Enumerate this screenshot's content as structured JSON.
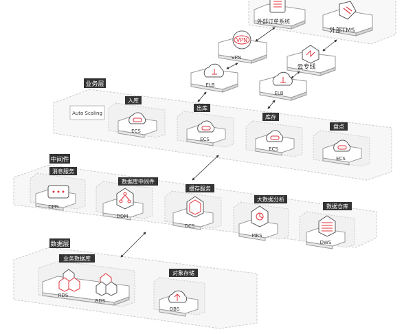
{
  "external": {
    "order_system": "外部订单系统",
    "tms": "外部TMS"
  },
  "network": {
    "vpn": "VPN",
    "cloud_line": "云专线",
    "elb_left": "ELB",
    "elb_right": "ELB"
  },
  "business_layer": {
    "title": "业务层",
    "auto_scaling": "Auto Scaling",
    "groups": [
      {
        "title": "入库",
        "service": "ECS"
      },
      {
        "title": "出库",
        "service": "ECS"
      },
      {
        "title": "库存",
        "service": "ECS"
      },
      {
        "title": "盘点",
        "service": "ECS"
      }
    ]
  },
  "middleware_layer": {
    "title": "中间件",
    "groups": [
      {
        "title": "消息服务",
        "service": "DMS"
      },
      {
        "title": "数据库中间件",
        "service": "DDM"
      },
      {
        "title": "缓存服务",
        "service": "DCS"
      },
      {
        "title": "大数据分析",
        "service": "MRS"
      },
      {
        "title": "数据仓库",
        "service": "DWS"
      }
    ]
  },
  "data_layer": {
    "title": "数据层",
    "business_db": {
      "title": "业务数据库",
      "services": [
        "RDS",
        "RDS"
      ]
    },
    "object_storage": {
      "title": "对象存储",
      "service": "OBS"
    }
  },
  "colors": {
    "accent": "#e0303a",
    "label_bg": "#333333",
    "frame": "#c8c8c8"
  }
}
